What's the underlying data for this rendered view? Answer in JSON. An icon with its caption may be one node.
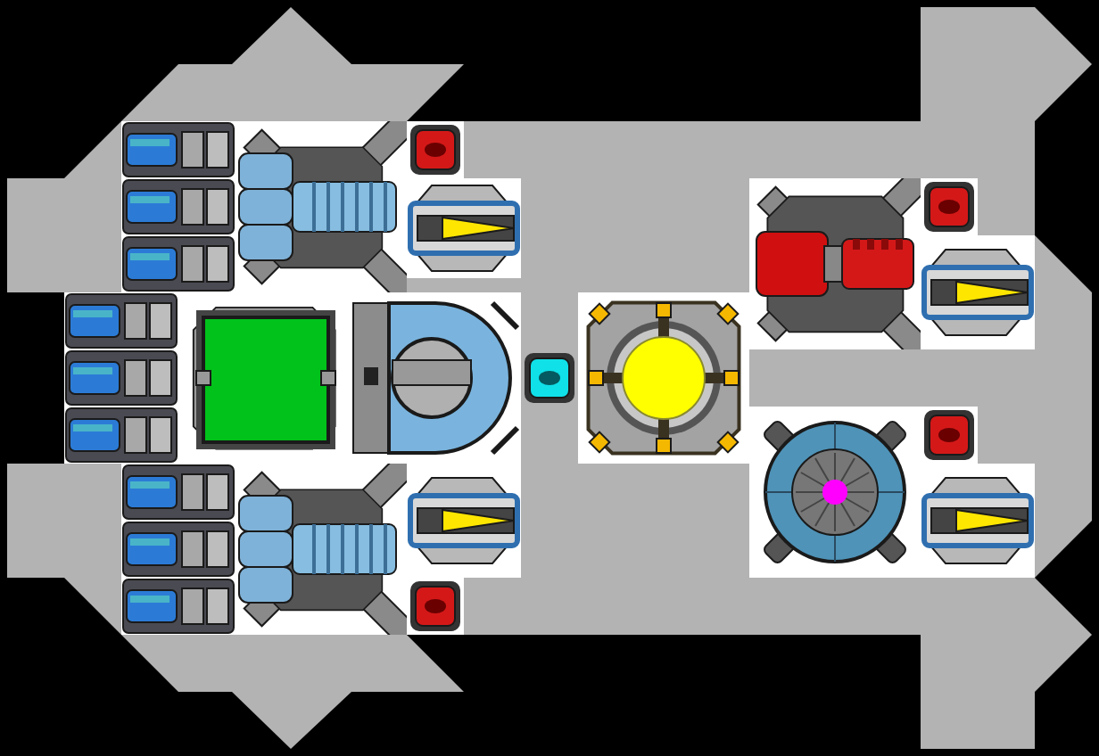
{
  "diagram": {
    "nodes": [
      {
        "text": [],
        "shape": "picture"
      },
      {
        "text": [],
        "shape": "picture"
      },
      {
        "text": [],
        "shape": "picture"
      },
      {
        "text": [],
        "shape": "picture"
      },
      {
        "text": [],
        "shape": "picture"
      },
      {
        "text": [],
        "shape": "picture"
      },
      {
        "text": [],
        "shape": "picture"
      },
      {
        "text": [],
        "shape": "picture"
      },
      {
        "text": [],
        "shape": "picture"
      },
      {
        "text": [],
        "shape": "picture"
      },
      {
        "text": [],
        "shape": "picture"
      },
      {
        "text": [],
        "shape": "picture"
      },
      {
        "text": [],
        "shape": "picture"
      },
      {
        "text": [],
        "shape": "picture"
      },
      {
        "text": [],
        "shape": "picture"
      },
      {
        "text": [],
        "shape": "picture"
      },
      {
        "text": [],
        "shape": "picture"
      },
      {
        "text": [],
        "shape": "picture"
      },
      {
        "text": [],
        "shape": "picture"
      }
    ]
  }
}
